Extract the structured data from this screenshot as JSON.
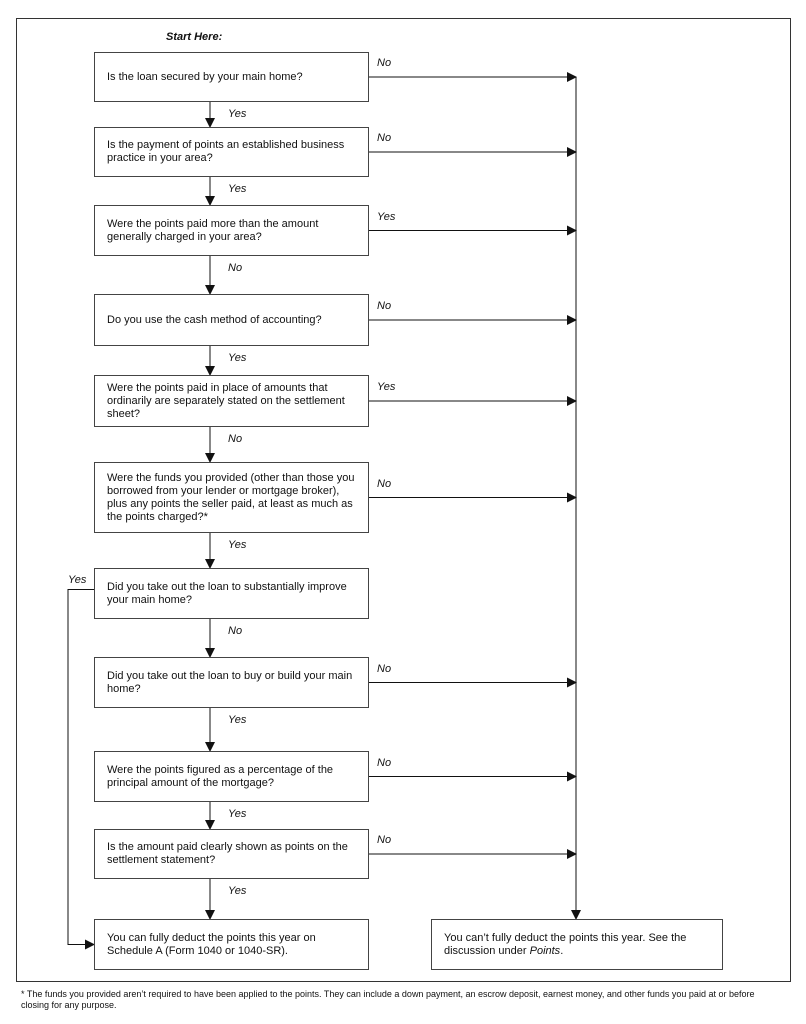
{
  "start_label": "Start Here:",
  "questions": [
    {
      "id": "q1",
      "text": "Is the loan secured by your main home?",
      "down_label": "Yes",
      "side_label": "No"
    },
    {
      "id": "q2",
      "text": "Is the payment of points an established business practice in your area?",
      "down_label": "Yes",
      "side_label": "No"
    },
    {
      "id": "q3",
      "text": "Were the points paid more than the amount generally charged in your area?",
      "down_label": "No",
      "side_label": "Yes"
    },
    {
      "id": "q4",
      "text": "Do you use the cash method of accounting?",
      "down_label": "Yes",
      "side_label": "No"
    },
    {
      "id": "q5",
      "text": "Were the points paid in place of amounts that ordinarily are separately stated on the settlement sheet?",
      "down_label": "No",
      "side_label": "Yes"
    },
    {
      "id": "q6",
      "text": "Were the funds you provided (other than those you borrowed from your lender or mortgage broker), plus any points the seller paid, at least as much as the points charged?*",
      "down_label": "Yes",
      "side_label": "No"
    },
    {
      "id": "q7",
      "text": "Did you take out the loan to substantially improve your main home?",
      "down_label": "No",
      "side_label": "Yes"
    },
    {
      "id": "q8",
      "text": "Did you take out the loan to buy or build your main home?",
      "down_label": "Yes",
      "side_label": "No"
    },
    {
      "id": "q9",
      "text": "Were the points figured as a percentage of the principal amount of the mortgage?",
      "down_label": "Yes",
      "side_label": "No"
    },
    {
      "id": "q10",
      "text": "Is the amount paid clearly shown as points on the settlement statement?",
      "down_label": "Yes",
      "side_label": "No"
    }
  ],
  "outcome_yes": {
    "text": "You can fully deduct the points this year on Schedule A (Form 1040 or 1040-SR)."
  },
  "outcome_no": {
    "text_before": "You can’t fully deduct the points this year. See the discussion under ",
    "text_italic": "Points",
    "text_after": "."
  },
  "footnote": "* The funds you provided aren’t required to have been applied to the points. They can include a down payment, an escrow deposit, earnest money, and other funds you paid at or before closing for any purpose."
}
